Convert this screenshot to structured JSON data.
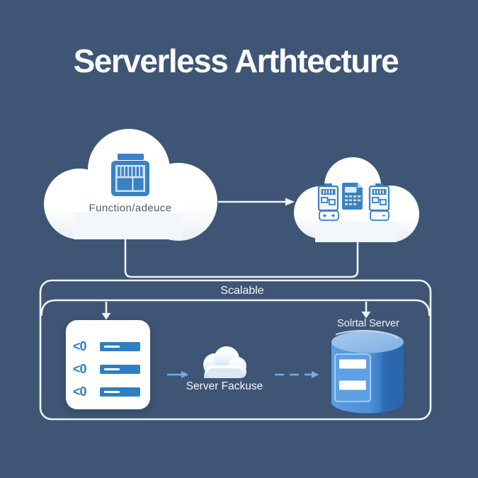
{
  "title": "Serverless Arthtecture",
  "diagram": {
    "function_cloud": {
      "label": "Function/adeuce",
      "icon": "storage-container-icon"
    },
    "services_cloud": {
      "icons": [
        "module-card-icon",
        "calculator-receipt-icon",
        "module-card-icon"
      ]
    },
    "scalable_container": {
      "label": "Scalable"
    },
    "code_panel": {
      "rows": [
        {
          "code": "<0"
        },
        {
          "code": "<0"
        },
        {
          "code": "<0"
        }
      ]
    },
    "server_cloud": {
      "label": "Server Fackuse"
    },
    "database": {
      "label": "Solrtal Server"
    }
  },
  "colors": {
    "background": "#3e5575",
    "line_white": "#eef3f8",
    "icon_blue": "#3a81c4",
    "code_blue": "#2e7fc2",
    "light_arrow_blue": "#74aae2",
    "db_top": "#8db9e8",
    "db_front": "#4a8fd6",
    "db_side": "#2b64ab",
    "function_label_text": "#4e5a68"
  }
}
